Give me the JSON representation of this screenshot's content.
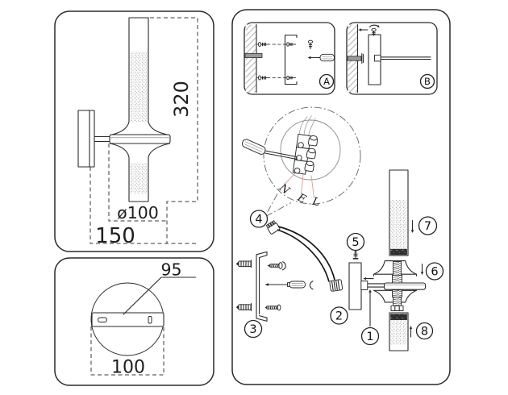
{
  "colors": {
    "background": "#ffffff",
    "line": "#2a2a2a",
    "dim_text": "#1e1e1e",
    "leader": "#e2a1a1",
    "stipple_dot": "#8f8f8f",
    "dark_cap": "#2f2f2f",
    "hatch": "#b5b5b5",
    "metal_gray": "#9a9a9a"
  },
  "labels": {
    "side_view": {
      "height": "320",
      "diameter": "ø100",
      "depth": "150"
    },
    "top_view": {
      "plate": "95",
      "base": "100"
    },
    "steps": {
      "a": "A",
      "b": "B"
    },
    "wires": {
      "n": "N",
      "e": "E",
      "l": "L"
    },
    "parts": {
      "p1": "1",
      "p2": "2",
      "p3": "3",
      "p4": "4",
      "p5": "5",
      "p6": "6",
      "p7": "7",
      "p8": "8"
    }
  }
}
